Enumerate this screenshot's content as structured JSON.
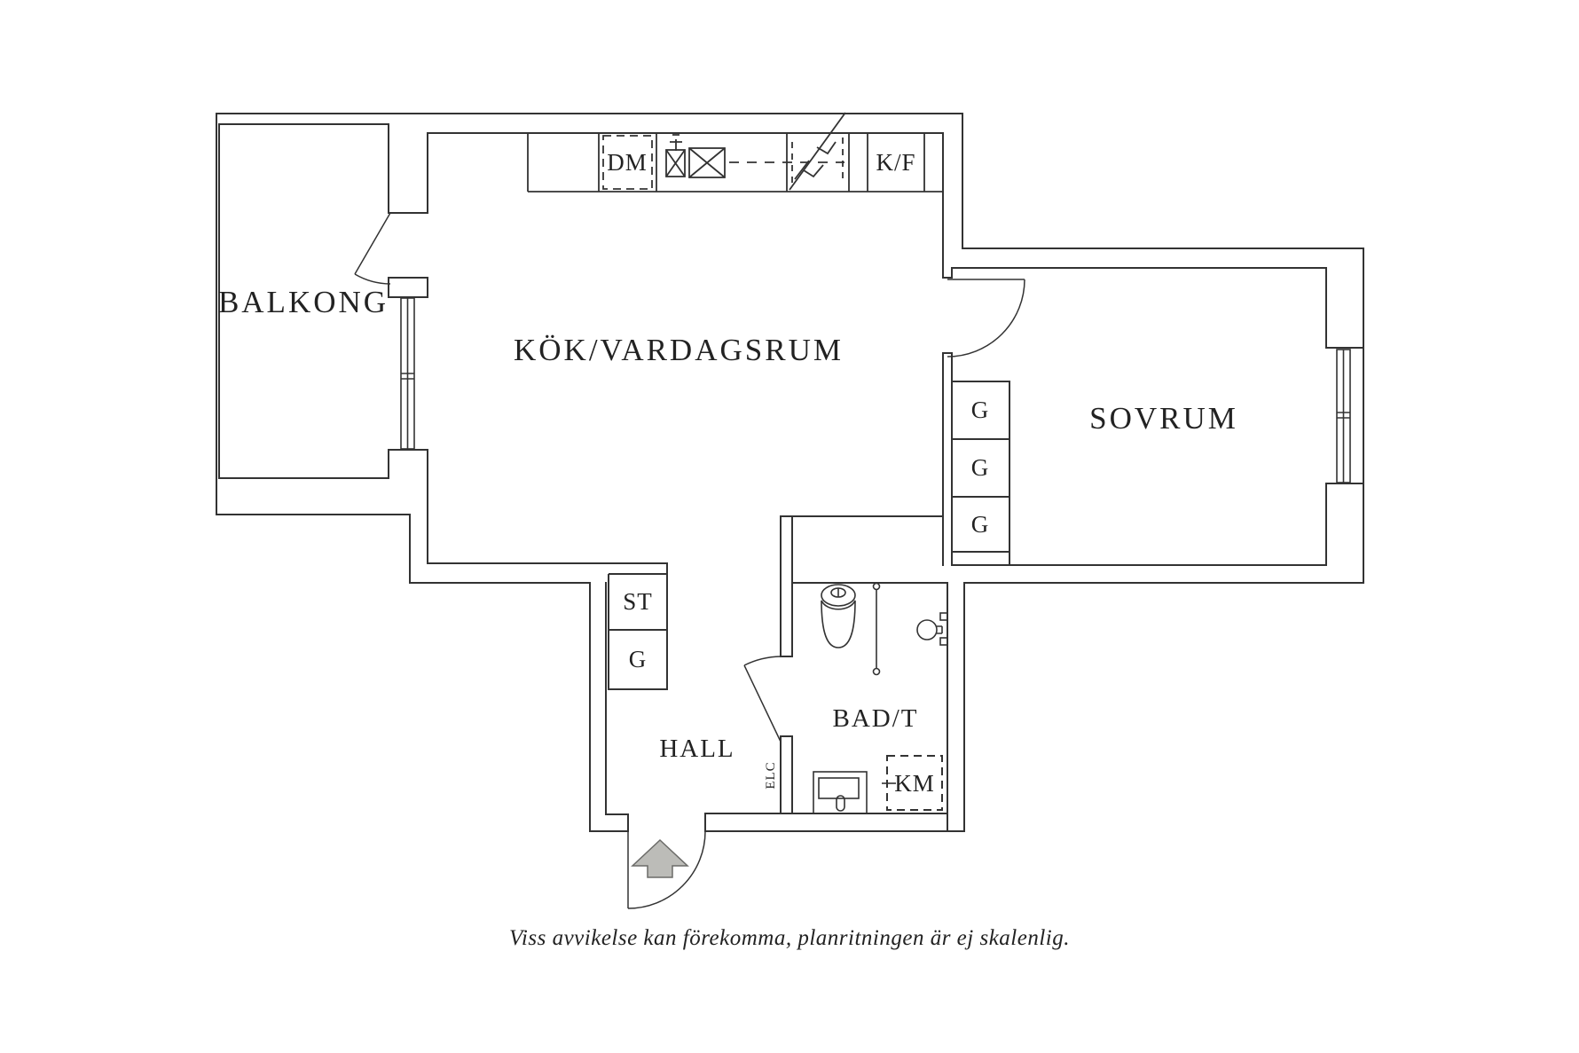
{
  "plan": {
    "rooms": {
      "balcony": "BALKONG",
      "kitchen_living": "KÖK/VARDAGSRUM",
      "bedroom": "SOVRUM",
      "hall": "HALL",
      "bathroom": "BAD/T"
    },
    "labels": {
      "dishwasher": "DM",
      "fridge_freezer": "K/F",
      "washing_machine": "KM",
      "hall_closet_shelf": "ST",
      "hall_closet_wardrobe": "G",
      "electrical_cabinet": "ELC"
    },
    "bedroom_closets": [
      "G",
      "G",
      "G"
    ],
    "caption": "Viss avvikelse kan förekomma, planritningen är ej skalenlig.",
    "colors": {
      "line": "#333333",
      "arrow_fill": "#bcbcb8",
      "background": "#ffffff"
    }
  }
}
